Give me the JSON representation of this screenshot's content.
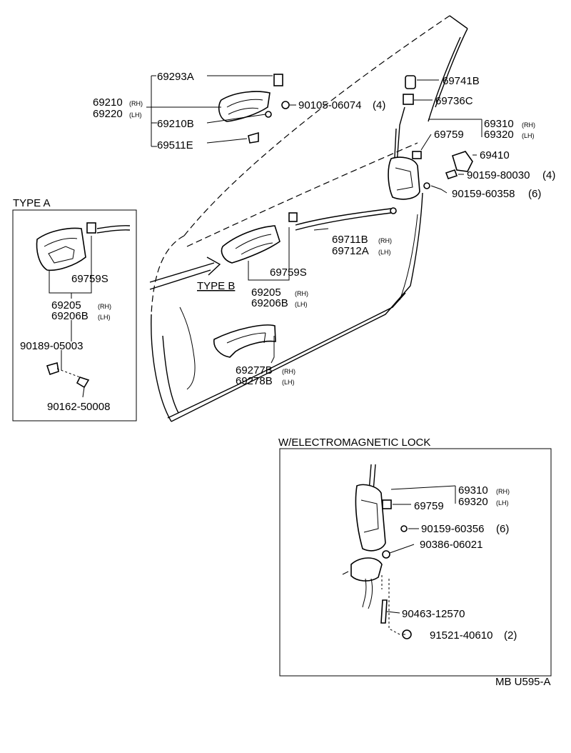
{
  "main": {
    "labels": {
      "p69293A": "69293A",
      "p69210": "69210",
      "p69220": "69220",
      "rh1": "(RH)",
      "lh1": "(LH)",
      "p69210B": "69210B",
      "p69511E": "69511E",
      "p90105": "90105-06074",
      "q90105": "(4)",
      "p69741B": "69741B",
      "p69736C": "69736C",
      "p69310": "69310",
      "p69320": "69320",
      "rh2": "(RH)",
      "lh2": "(LH)",
      "p69759": "69759",
      "p69410": "69410",
      "p90159a": "90159-80030",
      "q90159a": "(4)",
      "p90159b": "90159-60358",
      "q90159b": "(6)",
      "p69711B": "69711B",
      "p69712A": "69712A",
      "rh3": "(RH)",
      "lh3": "(LH)",
      "p69759S": "69759S",
      "typeB": "TYPE B",
      "p69205": "69205",
      "p69206B": "69206B",
      "rh4": "(RH)",
      "lh4": "(LH)",
      "p69277B": "69277B",
      "p69278B": "69278B",
      "rh5": "(RH)",
      "lh5": "(LH)"
    }
  },
  "typeA": {
    "title": "TYPE A",
    "labels": {
      "p69759S": "69759S",
      "p69205": "69205",
      "p69206B": "69206B",
      "rh": "(RH)",
      "lh": "(LH)",
      "p90189": "90189-05003",
      "p90162": "90162-50008"
    }
  },
  "emLock": {
    "title": "W/ELECTROMAGNETIC LOCK",
    "labels": {
      "p69310": "69310",
      "p69320": "69320",
      "rh": "(RH)",
      "lh": "(LH)",
      "p69759": "69759",
      "p90159": "90159-60356",
      "q90159": "(6)",
      "p90386": "90386-06021",
      "p90463": "90463-12570",
      "p91521": "91521-40610",
      "q91521": "(2)"
    }
  },
  "footer": {
    "code": "MB U595-A"
  }
}
